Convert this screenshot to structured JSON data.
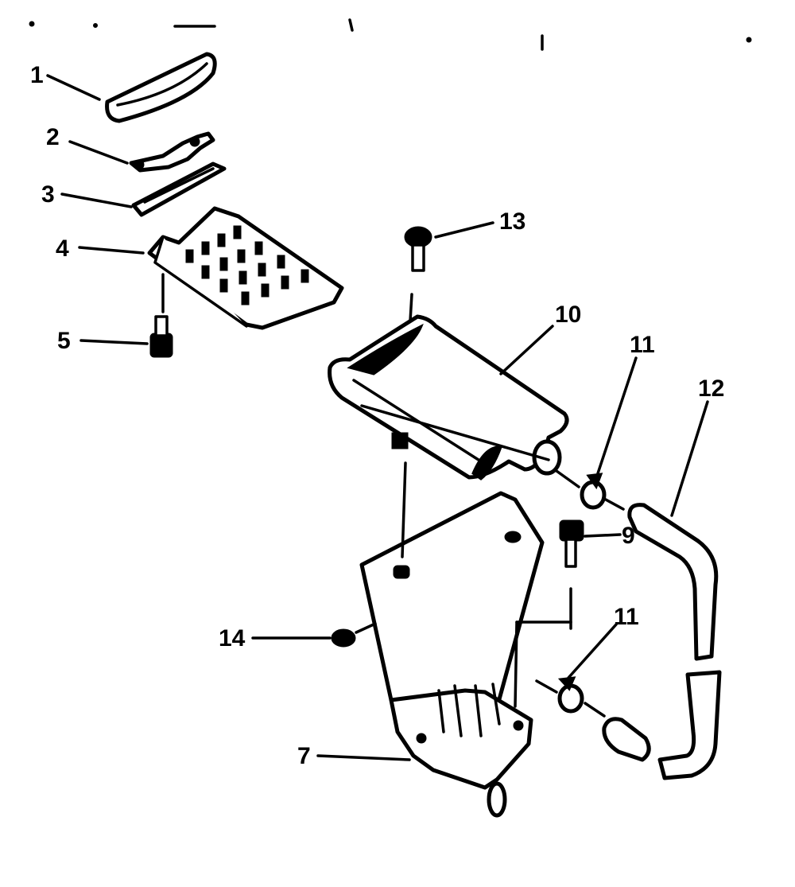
{
  "callouts": {
    "c1": "1",
    "c2": "2",
    "c3": "3",
    "c4": "4",
    "c5": "5",
    "c7": "7",
    "c9": "9",
    "c10": "10",
    "c11a": "11",
    "c11b": "11",
    "c12": "12",
    "c13": "13",
    "c14": "14"
  }
}
